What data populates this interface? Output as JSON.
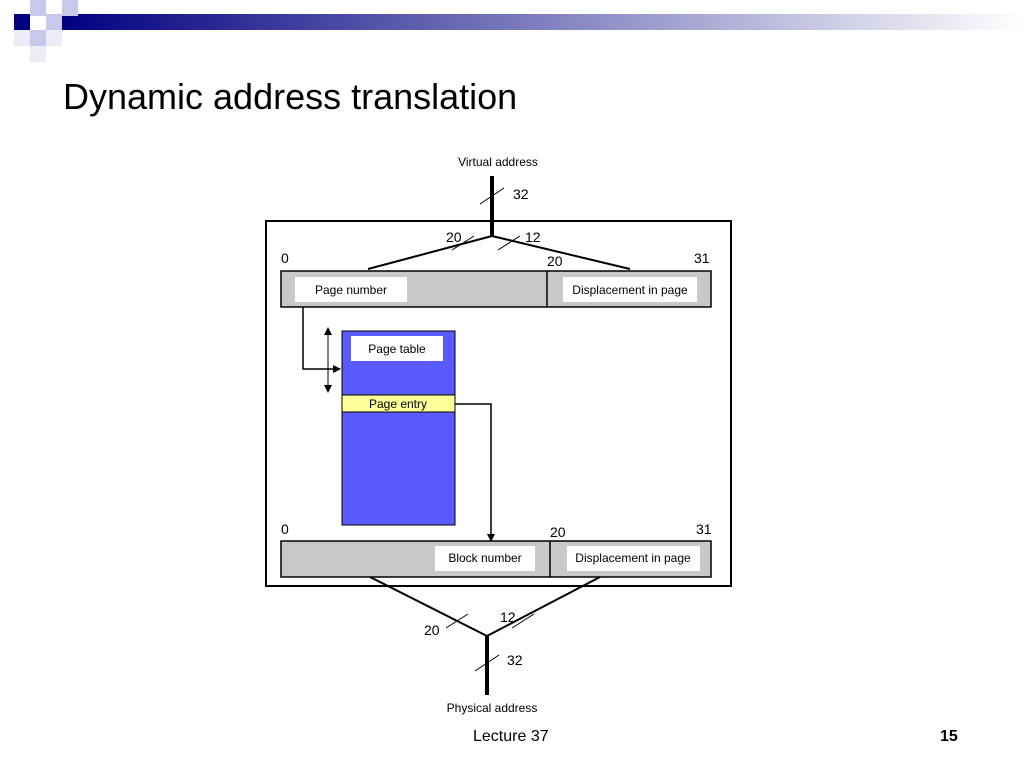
{
  "slide": {
    "title": "Dynamic address translation",
    "footer": "Lecture 37",
    "page_number": "15"
  },
  "theme": {
    "accent": "#000080",
    "table_fill": "#5a5aff",
    "entry_fill": "#ffff99",
    "field_fill": "#c8c8c8"
  },
  "diagram": {
    "virtual_address_label": "Virtual address",
    "physical_address_label": "Physical address",
    "bus_width_top": "32",
    "bus_width_bottom": "32",
    "split_left_top": "20",
    "split_right_top": "12",
    "split_left_bottom": "20",
    "split_right_bottom": "12",
    "virtual_register": {
      "bit_start": "0",
      "bit_mid": "20",
      "bit_end": "31",
      "left_field": "Page number",
      "right_field": "Displacement in page"
    },
    "page_table_label": "Page table",
    "page_entry_label": "Page entry",
    "physical_register": {
      "bit_start": "0",
      "bit_mid": "20",
      "bit_end": "31",
      "left_field": "Block number",
      "right_field": "Displacement in page"
    }
  }
}
